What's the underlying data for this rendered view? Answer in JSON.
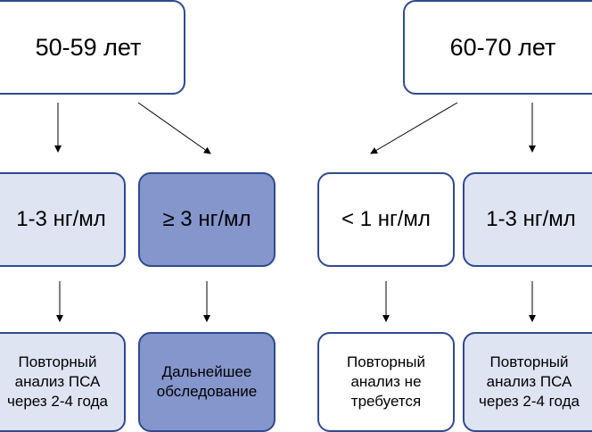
{
  "age_groups": {
    "left": "50-59 лет",
    "right": "60-70 лет"
  },
  "levels": [
    "1-3 нг/мл",
    "≥ 3 нг/мл",
    "< 1 нг/мл",
    "1-3 нг/мл"
  ],
  "actions": [
    "Повторный\nанализ ПСА\nчерез 2-4 года",
    "Дальнейшее\nобследование",
    "Повторный\nанализ не\nтребуется",
    "Повторный\nанализ ПСА\nчерез 2-4 года"
  ],
  "colors": {
    "border": "#2f4a8f",
    "light_fill": "#dfe4f3",
    "dark_fill": "#8496cc",
    "white_fill": "#ffffff",
    "arrow": "#000000"
  }
}
